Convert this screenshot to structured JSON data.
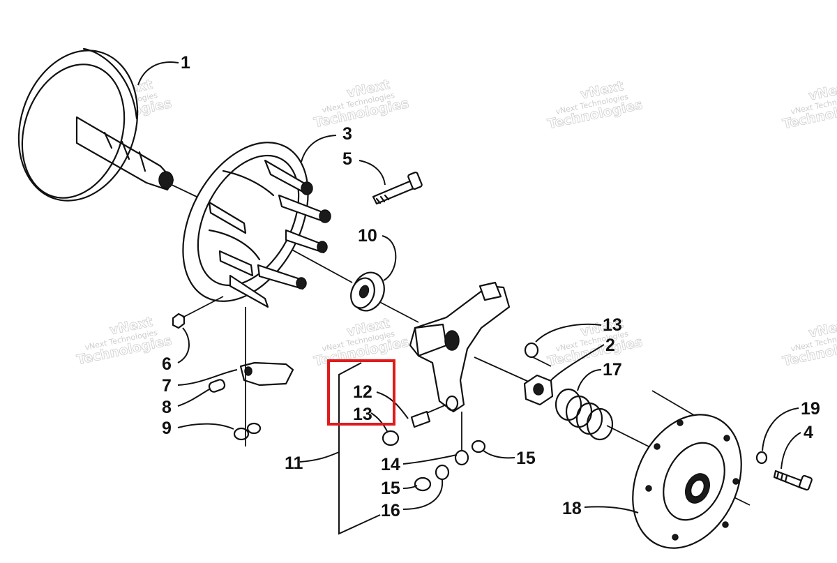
{
  "callouts": {
    "c1": "1",
    "c2": "2",
    "c3": "3",
    "c4": "4",
    "c5": "5",
    "c6": "6",
    "c7": "7",
    "c8": "8",
    "c9": "9",
    "c10": "10",
    "c11": "11",
    "c12": "12",
    "c13a": "13",
    "c13b": "13",
    "c14": "14",
    "c15a": "15",
    "c15b": "15",
    "c16": "16",
    "c17": "17",
    "c18": "18",
    "c19": "19"
  },
  "watermark": {
    "line1": "vNext Technologies",
    "line2": "vNext",
    "line3": "Technologies"
  },
  "highlight_color": "#e01b1b"
}
